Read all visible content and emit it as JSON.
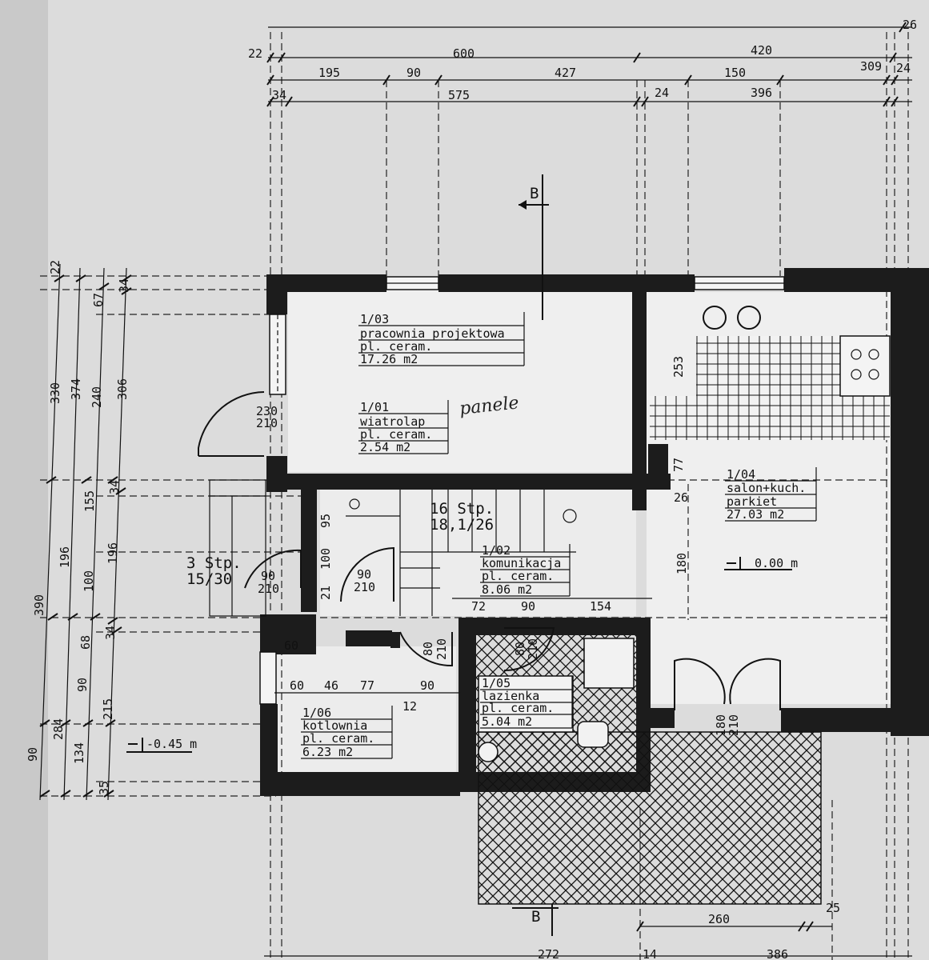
{
  "dims_top": {
    "row1": [
      "26"
    ],
    "row2": [
      "22",
      "600",
      "420"
    ],
    "row3": [
      "195",
      "90",
      "427",
      "150",
      "309",
      "24"
    ],
    "row4": [
      "34",
      "575",
      "24",
      "396"
    ]
  },
  "dims_left": {
    "col1": [
      "22",
      "330",
      "390",
      "90"
    ],
    "col2": [
      "374",
      "196",
      "284"
    ],
    "col3": [
      "67",
      "240",
      "155",
      "100",
      "68",
      "90",
      "134",
      "35"
    ],
    "col4": [
      "34",
      "306",
      "34",
      "196",
      "34",
      "215"
    ]
  },
  "dims_inner": {
    "d253": "253",
    "d77": "77",
    "d26": "26",
    "d180": "180",
    "d95": "95",
    "d100": "100",
    "d21": "21",
    "d72": "72",
    "d90a": "90",
    "d154": "154",
    "d60": "60",
    "d60b": "60",
    "d46": "46",
    "d77b": "77",
    "d90b": "90",
    "d12": "12"
  },
  "doors": {
    "entry": [
      "230",
      "210"
    ],
    "stair_door": [
      "90",
      "210"
    ],
    "hall_door": [
      "90",
      "210"
    ],
    "wc_door": [
      "80",
      "210"
    ],
    "bath_door": [
      "80",
      "210"
    ],
    "terrace_door": [
      "180",
      "210"
    ]
  },
  "stairs": {
    "main": [
      "16 Stp.",
      "18,1/26"
    ],
    "entry": [
      "3 Stp.",
      "15/30"
    ]
  },
  "rooms": {
    "r103": {
      "no": "1/03",
      "name": "pracownia projektowa",
      "floor": "pl. ceram.",
      "area": "17.26 m2"
    },
    "r101": {
      "no": "1/01",
      "name": "wiatrolap",
      "floor": "pl. ceram.",
      "area": "2.54 m2"
    },
    "r104": {
      "no": "1/04",
      "name": "salon+kuch.",
      "floor": "parkiet",
      "area": "27.03 m2"
    },
    "r102": {
      "no": "1/02",
      "name": "komunikacja",
      "floor": "pl. ceram.",
      "area": "8.06 m2"
    },
    "r105": {
      "no": "1/05",
      "name": "lazienka",
      "floor": "pl. ceram.",
      "area": "5.04 m2"
    },
    "r106": {
      "no": "1/06",
      "name": "kotlownia",
      "floor": "pl. ceram.",
      "area": "6.23 m2"
    }
  },
  "levels": {
    "main": "0.00 m",
    "lower": "-0.45 m"
  },
  "section": {
    "label": "B"
  },
  "handwritten": "panele",
  "dims_bottom": {
    "d260": "260",
    "d25": "25",
    "d272": "272",
    "d14": "14",
    "d386": "386"
  },
  "colors": {
    "paper": "#dcdcdc",
    "wall": "#1c1c1c",
    "ink": "#111111"
  }
}
